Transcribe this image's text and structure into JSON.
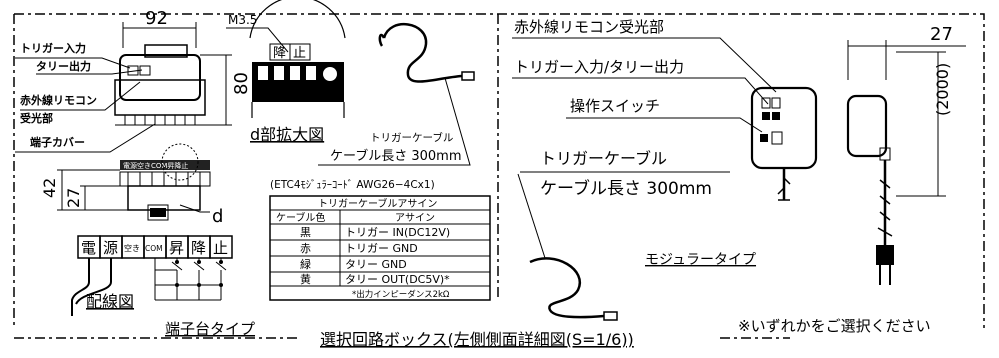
{
  "left": {
    "dim_width": "92",
    "dim_height": "80",
    "dim_42": "42",
    "dim_27": "27",
    "screw": "M3.5",
    "label_trigger_input": "トリガー入力",
    "label_tally_output": "タリー出力",
    "label_ir_receiver_1": "赤外線リモコン",
    "label_ir_receiver_2": "受光部",
    "label_terminal_cover": "端子カバー",
    "detail_letter": "d",
    "detail_title": "d部拡大図",
    "detail_terminals": [
      "降",
      "止"
    ],
    "cable_label": "トリガーケーブル",
    "cable_length": "ケーブル長さ 300mm",
    "wiring_title": "配線図",
    "terminals": [
      "電",
      "源",
      "空き",
      "COM",
      "昇",
      "降",
      "止"
    ],
    "type_title": "端子台タイプ"
  },
  "table": {
    "caption": "(ETC4ﾓｼﾞｭﾗｰｺｰﾄﾞ AWG26−4Cx1)",
    "title": "トリガーケーブルアサイン",
    "headers": [
      "ケーブル色",
      "アサイン"
    ],
    "rows": [
      [
        "黒",
        "トリガー IN(DC12V)"
      ],
      [
        "赤",
        "トリガー GND"
      ],
      [
        "緑",
        "タリー GND"
      ],
      [
        "黄",
        "タリー OUT(DC5V)*"
      ]
    ],
    "note": "*出力インピーダンス2kΩ"
  },
  "right": {
    "label_ir": "赤外線リモコン受光部",
    "label_trigger_tally": "トリガー入力/タリー出力",
    "label_switch": "操作スイッチ",
    "cable_label": "トリガーケーブル",
    "cable_length": "ケーブル長さ 300mm",
    "dim_27": "27",
    "dim_2000": "(2000)",
    "type_title": "モジュラータイプ"
  },
  "footer": {
    "title": "選択回路ボックス(左側側面詳細図(S=1/6))",
    "note": "※いずれかをご選択ください"
  }
}
